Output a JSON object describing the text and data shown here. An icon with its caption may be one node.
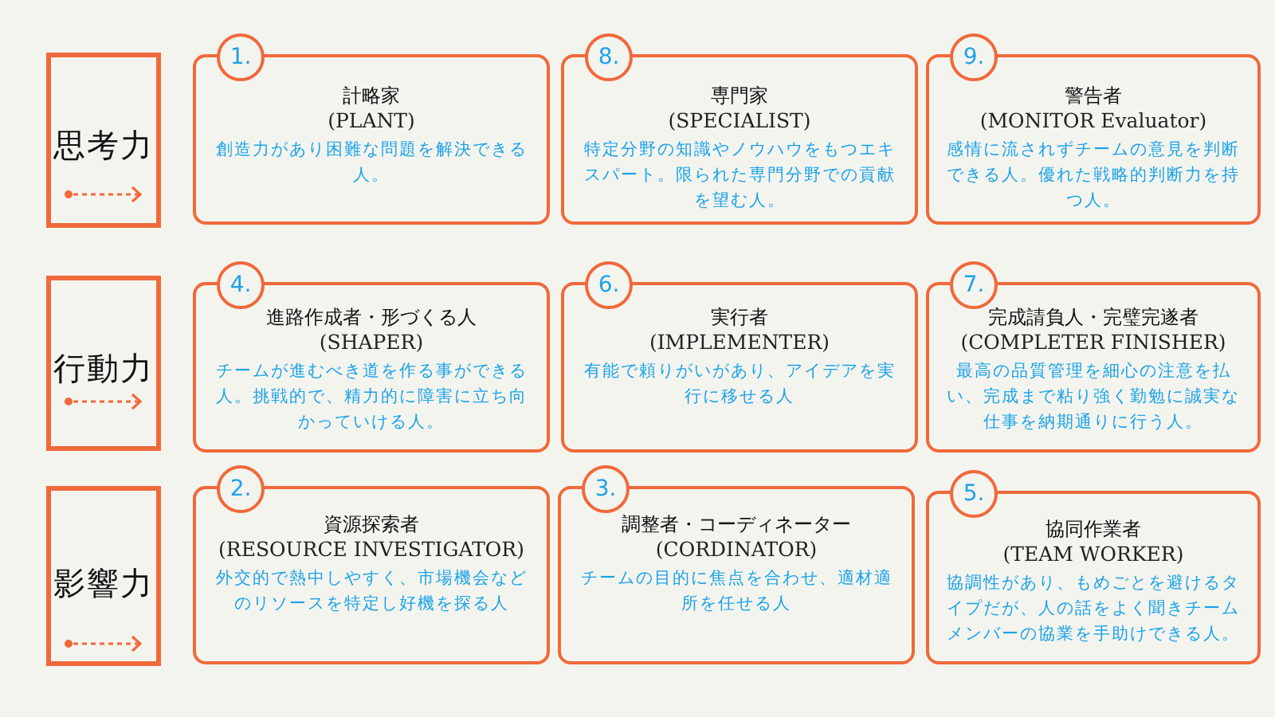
{
  "diagram": {
    "nodes": [
      {
        "text": [
          "思考力"
        ]
      },
      {
        "text": [
          "1."
        ]
      },
      {
        "text": [
          "計略家",
          "(PLANT)",
          "創造力があり困難な問題を解決できる人。"
        ]
      },
      {
        "text": [
          "8."
        ]
      },
      {
        "text": [
          "専門家",
          "(SPECIALIST)",
          "特定分野の知識やノウハウをもつエキスパート。限られた専門分野での貢献を望む人。"
        ]
      },
      {
        "text": [
          "9."
        ]
      },
      {
        "text": [
          "警告者",
          "(MONITOR Evaluator)",
          "感情に流されずチームの意見を判断できる人。優れた戦略的判断力を持つ人。"
        ]
      },
      {
        "text": [
          "行動力"
        ]
      },
      {
        "text": [
          "4."
        ]
      },
      {
        "text": [
          "進路作成者・形づくる人",
          "(SHAPER)",
          "チームが進むべき道を作る事ができる人。挑戦的で、精力的に障害に立ち向かっていける人。"
        ]
      },
      {
        "text": [
          "6."
        ]
      },
      {
        "text": [
          "実行者",
          "(IMPLEMENTER)",
          "有能で頼りがいがあり、アイデアを実行に移せる人"
        ]
      },
      {
        "text": [
          "7."
        ]
      },
      {
        "text": [
          "完成請負人・完璧完遂者",
          "(COMPLETER FINISHER)",
          "最高の品質管理を細心の注意を払い、完成まで粘り強く勤勉に誠実な仕事を納期通りに行う人。"
        ]
      },
      {
        "text": [
          "影響力"
        ]
      },
      {
        "text": [
          "2."
        ]
      },
      {
        "text": [
          "資源探索者",
          "(RESOURCE INVESTIGATOR)",
          "外交的で熱中しやすく、市場機会などのリソースを特定し好機を探る人"
        ]
      },
      {
        "text": [
          "3."
        ]
      },
      {
        "text": [
          "調整者・コーディネーター",
          "(CORDINATOR)",
          "チームの目的に焦点を合わせ、適材適所を任せる人"
        ]
      },
      {
        "text": [
          "5."
        ]
      },
      {
        "text": [
          "協同作業者",
          "(TEAM WORKER)",
          "協調性があり、もめごとを避けるタイプだが、人の話をよく聞きチームメンバーの協業を手助けできる人。"
        ]
      }
    ],
    "edges": []
  }
}
